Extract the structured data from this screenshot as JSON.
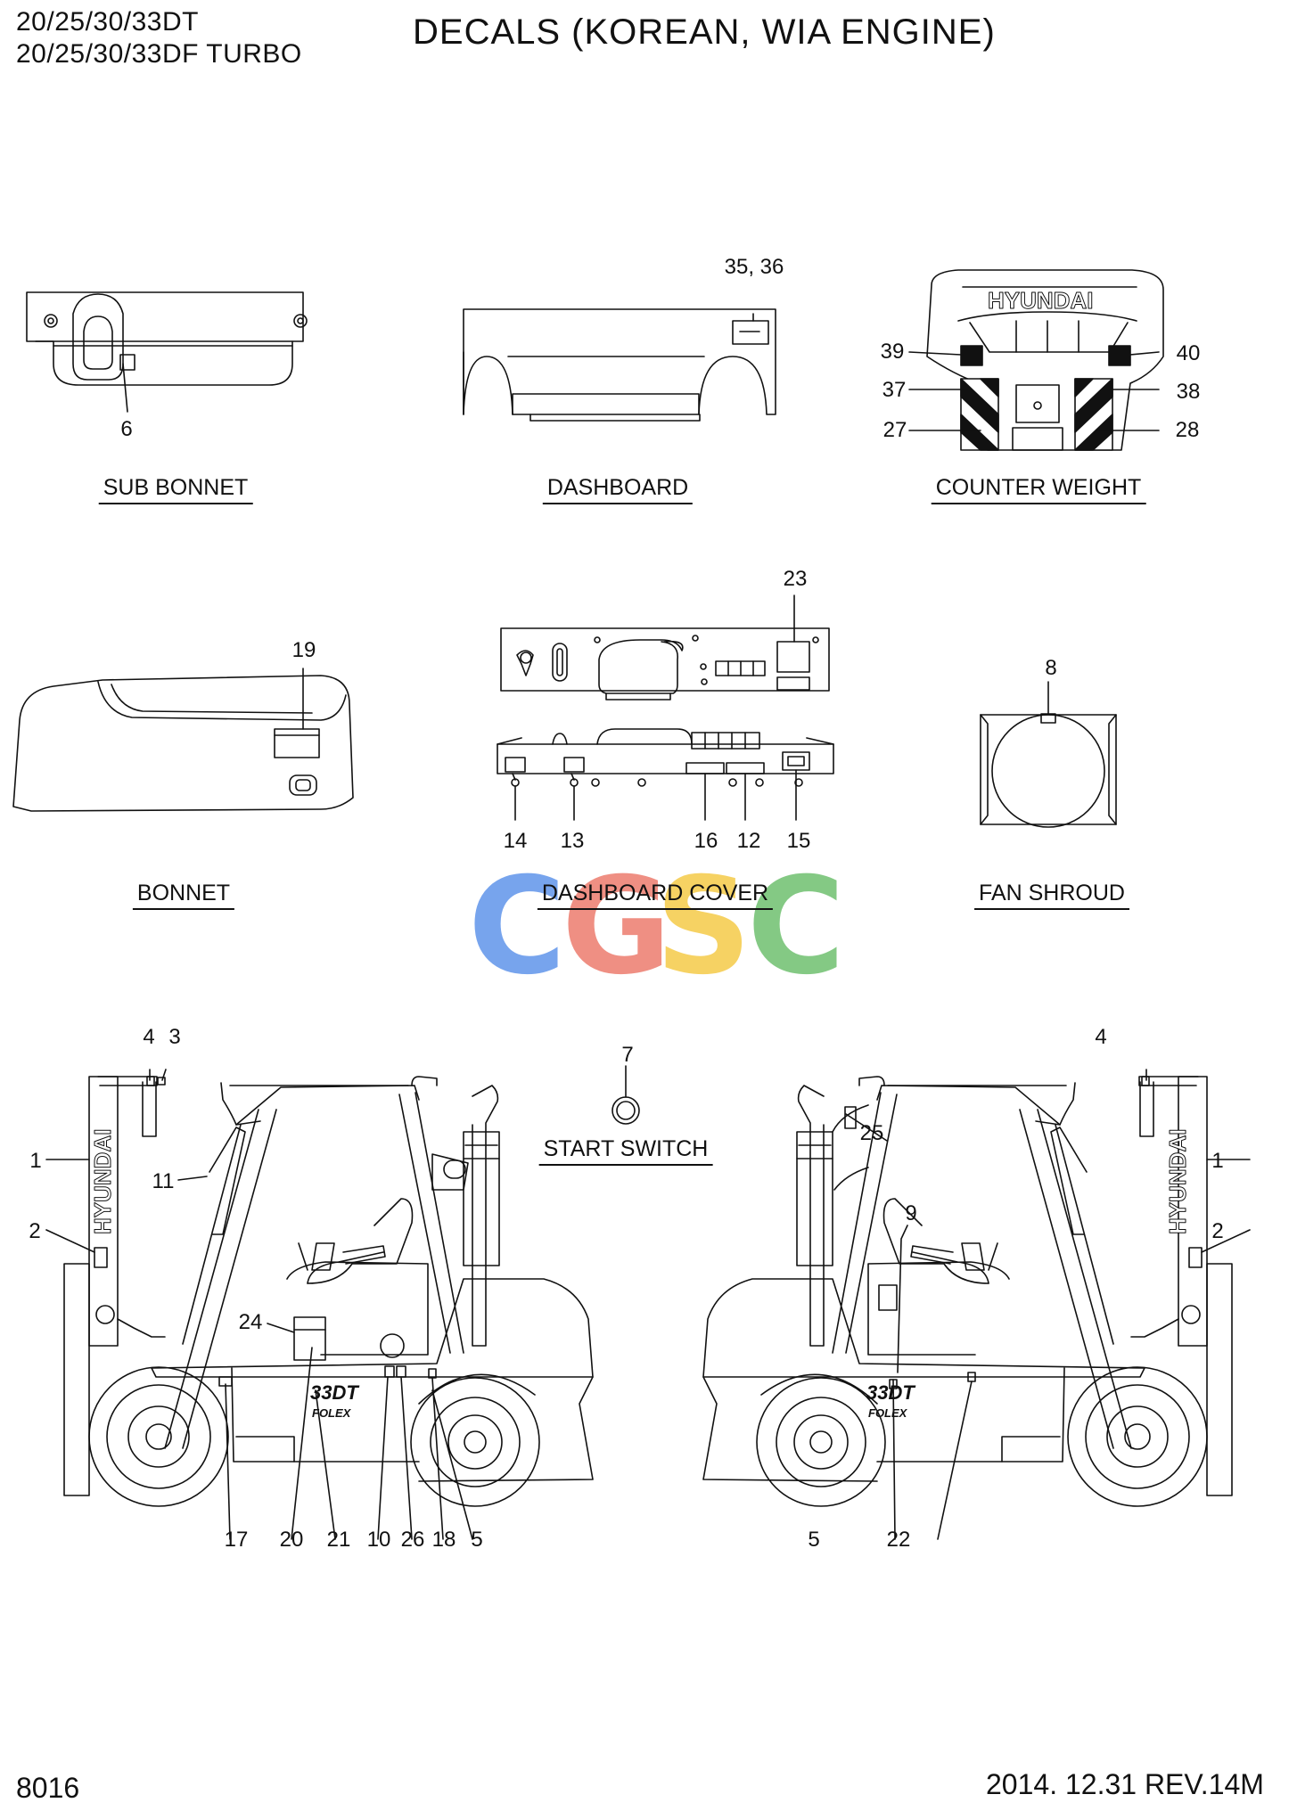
{
  "header": {
    "model_line_1": "20/25/30/33DT",
    "model_line_2": "20/25/30/33DF TURBO",
    "title": "DECALS (KOREAN, WIA ENGINE)"
  },
  "captions": {
    "sub_bonnet": "SUB BONNET",
    "dashboard": "DASHBOARD",
    "counter_weight": "COUNTER WEIGHT",
    "bonnet": "BONNET",
    "dashboard_cover": "DASHBOARD COVER",
    "fan_shroud": "FAN SHROUD",
    "start_switch": "START SWITCH"
  },
  "callouts": {
    "sub_bonnet": [
      "6"
    ],
    "dashboard": [
      "35, 36"
    ],
    "counter_weight": [
      "39",
      "40",
      "37",
      "38",
      "27",
      "28"
    ],
    "bonnet": [
      "19"
    ],
    "dashboard_cover": [
      "23",
      "14",
      "13",
      "16",
      "12",
      "15"
    ],
    "fan_shroud": [
      "8"
    ],
    "start_switch": [
      "7"
    ],
    "left_truck": [
      "4",
      "3",
      "1",
      "11",
      "2",
      "24",
      "17",
      "20",
      "21",
      "10",
      "26",
      "18",
      "5"
    ],
    "right_truck": [
      "4",
      "25",
      "1",
      "9",
      "2",
      "5",
      "22"
    ]
  },
  "decal_text": {
    "brand": "HYUNDAI",
    "model_badge": "33DT",
    "series_badge": "FOLEX"
  },
  "watermark": {
    "letters": [
      "C",
      "G",
      "S",
      "C"
    ],
    "colors": [
      "#4a86e8",
      "#ea6a5a",
      "#f4c430",
      "#5cb85c"
    ]
  },
  "footer": {
    "page_number": "8016",
    "revision": "2014. 12.31  REV.14M"
  }
}
